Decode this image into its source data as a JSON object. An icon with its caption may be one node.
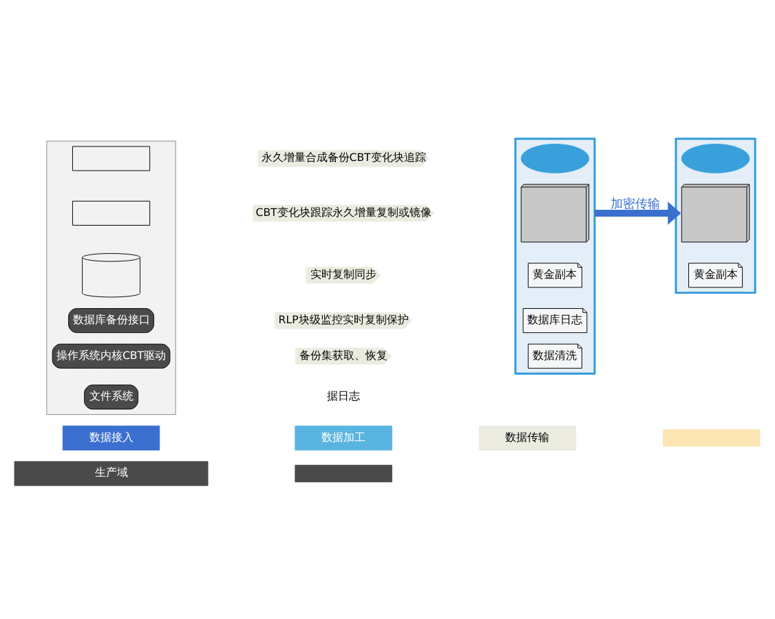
{
  "diagram": {
    "nodes": [
      {
        "text": [],
        "shape": "box"
      },
      {
        "text": [],
        "shape": "box",
        "in": 0
      },
      {
        "text": [],
        "shape": "box",
        "in": 0
      },
      {
        "text": [],
        "shape": "cylinder",
        "in": 0
      },
      {
        "text": [
          "数据库备份接口"
        ],
        "in": 0
      },
      {
        "text": [
          "操作系统内核CBT驱动"
        ],
        "in": 0
      },
      {
        "text": [
          "文件系统"
        ],
        "in": 0
      },
      {
        "text": [
          "永久增量合成备份CBT变化块追踪"
        ]
      },
      {
        "text": [
          "CBT变化块跟踪永久增量复制或镜像"
        ]
      },
      {
        "text": [
          "实时复制同步"
        ]
      },
      {
        "text": [
          "RLP块级监控实时复制保护"
        ]
      },
      {
        "text": [
          "备份集获取、恢复"
        ]
      },
      {
        "text": [],
        "shape": "box"
      },
      {
        "text": [],
        "shape": "cloud",
        "in": 12
      },
      {
        "text": [],
        "shape": "picture",
        "in": 12
      },
      {
        "text": [
          "黄金副本"
        ],
        "in": 12
      },
      {
        "text": [
          "数据库日志"
        ],
        "in": 12
      },
      {
        "text": [
          "数据清洗"
        ],
        "in": 12
      },
      {
        "text": [],
        "shape": "box"
      },
      {
        "text": [],
        "shape": "cloud",
        "in": 18
      },
      {
        "text": [],
        "shape": "picture",
        "in": 18
      },
      {
        "text": [
          "黄金副本"
        ],
        "in": 18
      },
      {
        "text": [
          "数据接入"
        ]
      },
      {
        "text": [
          "数据加工"
        ]
      },
      {
        "text": [
          "数据传输"
        ]
      },
      {
        "text": [],
        "shape": "bar"
      },
      {
        "text": [
          "生产域"
        ]
      },
      {
        "text": [],
        "shape": "bar"
      }
    ],
    "edges": [
      {
        "from": 12,
        "to": 18,
        "arrow": "to",
        "label": "加密传输"
      }
    ],
    "labels": [
      "据日志"
    ]
  }
}
